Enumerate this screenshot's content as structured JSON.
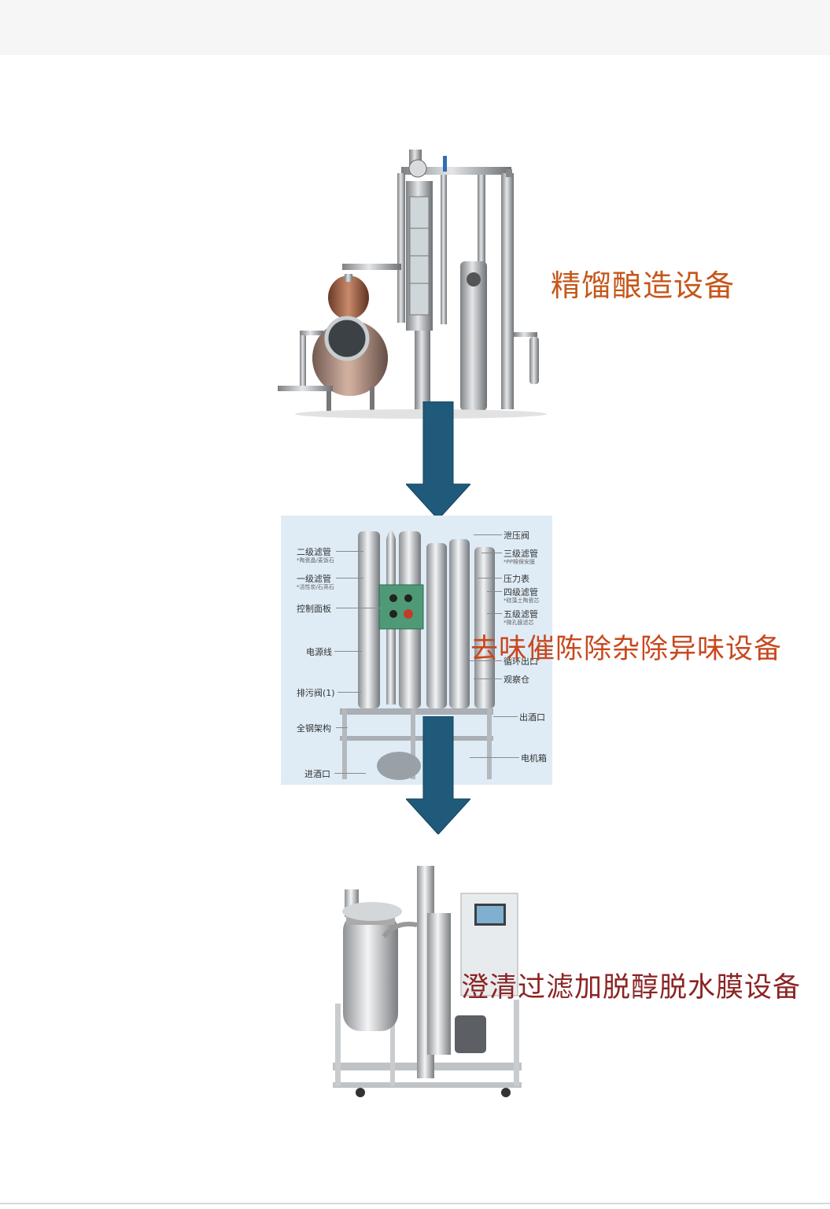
{
  "stages": [
    {
      "label": "精馏酿造设备",
      "color": "#c5561a"
    },
    {
      "label": "去味催陈除杂除异味设备",
      "color": "#c9481e"
    },
    {
      "label": "澄清过滤加脱醇脱水膜设备",
      "color": "#8b2424"
    }
  ],
  "arrow_color": "#1f5a7a",
  "filter_diagram": {
    "left_callouts": [
      {
        "text": "二级滤管",
        "sub": "*陶瓷晶/麦饭石"
      },
      {
        "text": "一级滤管",
        "sub": "*活性炭/石英石"
      },
      {
        "text": "控制面板",
        "sub": ""
      },
      {
        "text": "电源线",
        "sub": ""
      },
      {
        "text": "排污阀(1)",
        "sub": ""
      },
      {
        "text": "全钢架构",
        "sub": ""
      },
      {
        "text": "进酒口",
        "sub": ""
      }
    ],
    "right_callouts": [
      {
        "text": "泄压阀",
        "sub": ""
      },
      {
        "text": "三级滤管",
        "sub": "*PP棉保安膜"
      },
      {
        "text": "压力表",
        "sub": ""
      },
      {
        "text": "四级滤管",
        "sub": "*硅藻土陶瓷芯"
      },
      {
        "text": "五级滤管",
        "sub": "*微孔膜滤芯"
      },
      {
        "text": "循环出口",
        "sub": ""
      },
      {
        "text": "观察仓",
        "sub": ""
      },
      {
        "text": "出酒口",
        "sub": ""
      },
      {
        "text": "电机箱",
        "sub": ""
      }
    ]
  }
}
